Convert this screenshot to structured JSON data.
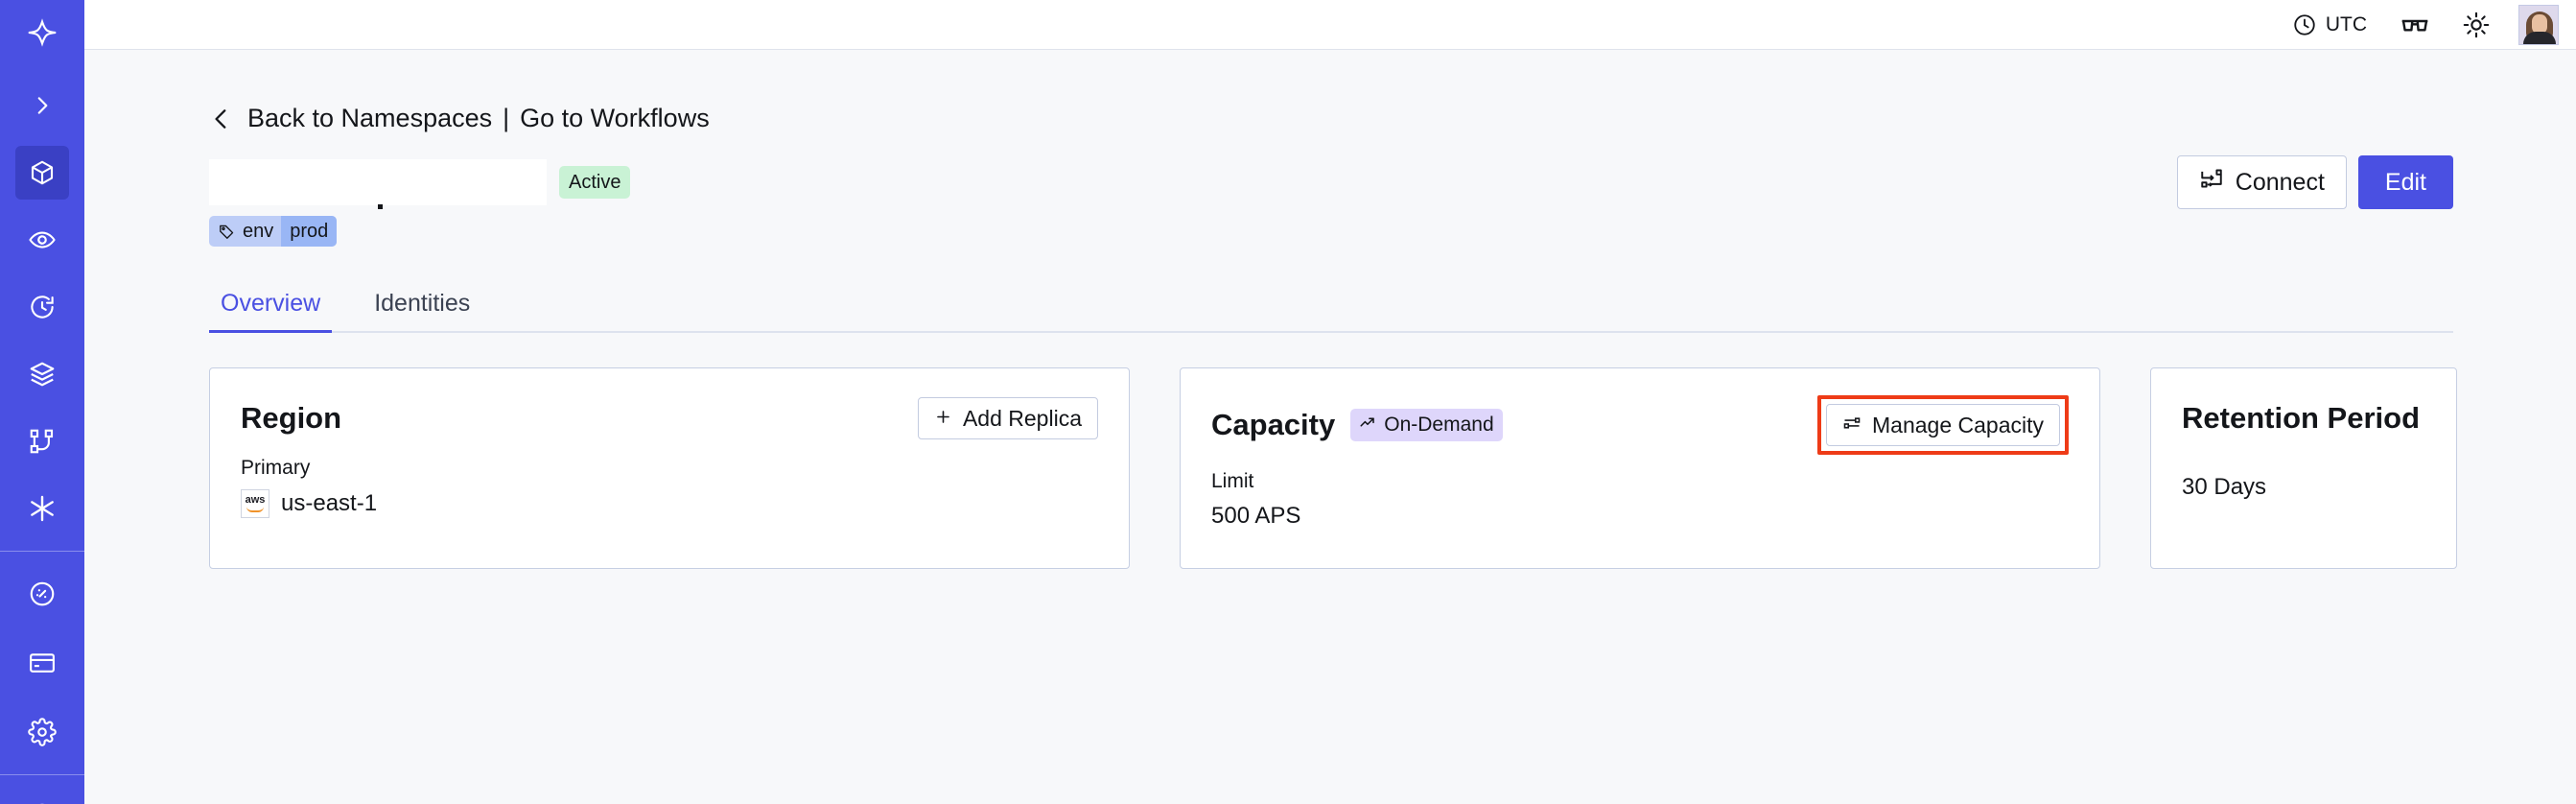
{
  "sidebar": {
    "logo_icon": "temporal-logo-icon",
    "items": [
      {
        "icon": "chevron-right-icon",
        "name": "expand-sidebar"
      },
      {
        "icon": "cube-icon",
        "name": "namespaces",
        "active": true
      },
      {
        "icon": "eye-icon",
        "name": "observability"
      },
      {
        "icon": "history-clock-icon",
        "name": "schedules"
      },
      {
        "icon": "layers-icon",
        "name": "task-queues"
      },
      {
        "icon": "workflow-graph-icon",
        "name": "workflows"
      },
      {
        "icon": "asterisk-icon",
        "name": "nexus"
      }
    ],
    "bottom_items": [
      {
        "icon": "gauge-icon",
        "name": "usage"
      },
      {
        "icon": "credit-card-icon",
        "name": "billing"
      },
      {
        "icon": "gear-icon",
        "name": "settings"
      }
    ]
  },
  "topbar": {
    "timezone_icon": "clock-icon",
    "timezone_label": "UTC",
    "glasses_icon": "glasses-icon",
    "theme_icon": "sun-icon",
    "avatar_icon": "user-avatar"
  },
  "breadcrumb": {
    "back_icon": "chevron-left-icon",
    "back_label": "Back to Namespaces",
    "separator": "|",
    "forward_label": "Go to Workflows"
  },
  "header": {
    "namespace_title": "",
    "status_badge": "Active",
    "connect_icon": "connect-flow-icon",
    "connect_label": "Connect",
    "edit_label": "Edit"
  },
  "tag": {
    "icon": "tag-icon",
    "key": "env",
    "value": "prod"
  },
  "tabs": [
    {
      "label": "Overview",
      "active": true
    },
    {
      "label": "Identities",
      "active": false
    }
  ],
  "cards": {
    "region": {
      "title": "Region",
      "add_replica_icon": "plus-icon",
      "add_replica_label": "Add Replica",
      "sub_label": "Primary",
      "provider_icon": "aws-icon",
      "provider_short": "aws",
      "region_value": "us-east-1"
    },
    "capacity": {
      "title": "Capacity",
      "badge_icon": "trend-up-icon",
      "badge_label": "On-Demand",
      "manage_icon": "sliders-icon",
      "manage_label": "Manage Capacity",
      "sub_label": "Limit",
      "limit_value": "500 APS",
      "highlight_color": "#ee3b17"
    },
    "retention": {
      "title": "Retention Period",
      "value": "30 Days"
    }
  },
  "colors": {
    "brand": "#4a50e2",
    "sidebar_active": "#3a40c4",
    "page_bg": "#f7f8fa",
    "card_border": "#c6cfe3",
    "status_green": "#c9f2d5",
    "tag_blue": "#bdcdf7",
    "tag_value_blue": "#99b6f5",
    "badge_purple": "#ded6fb",
    "highlight_red": "#ee3b17"
  }
}
